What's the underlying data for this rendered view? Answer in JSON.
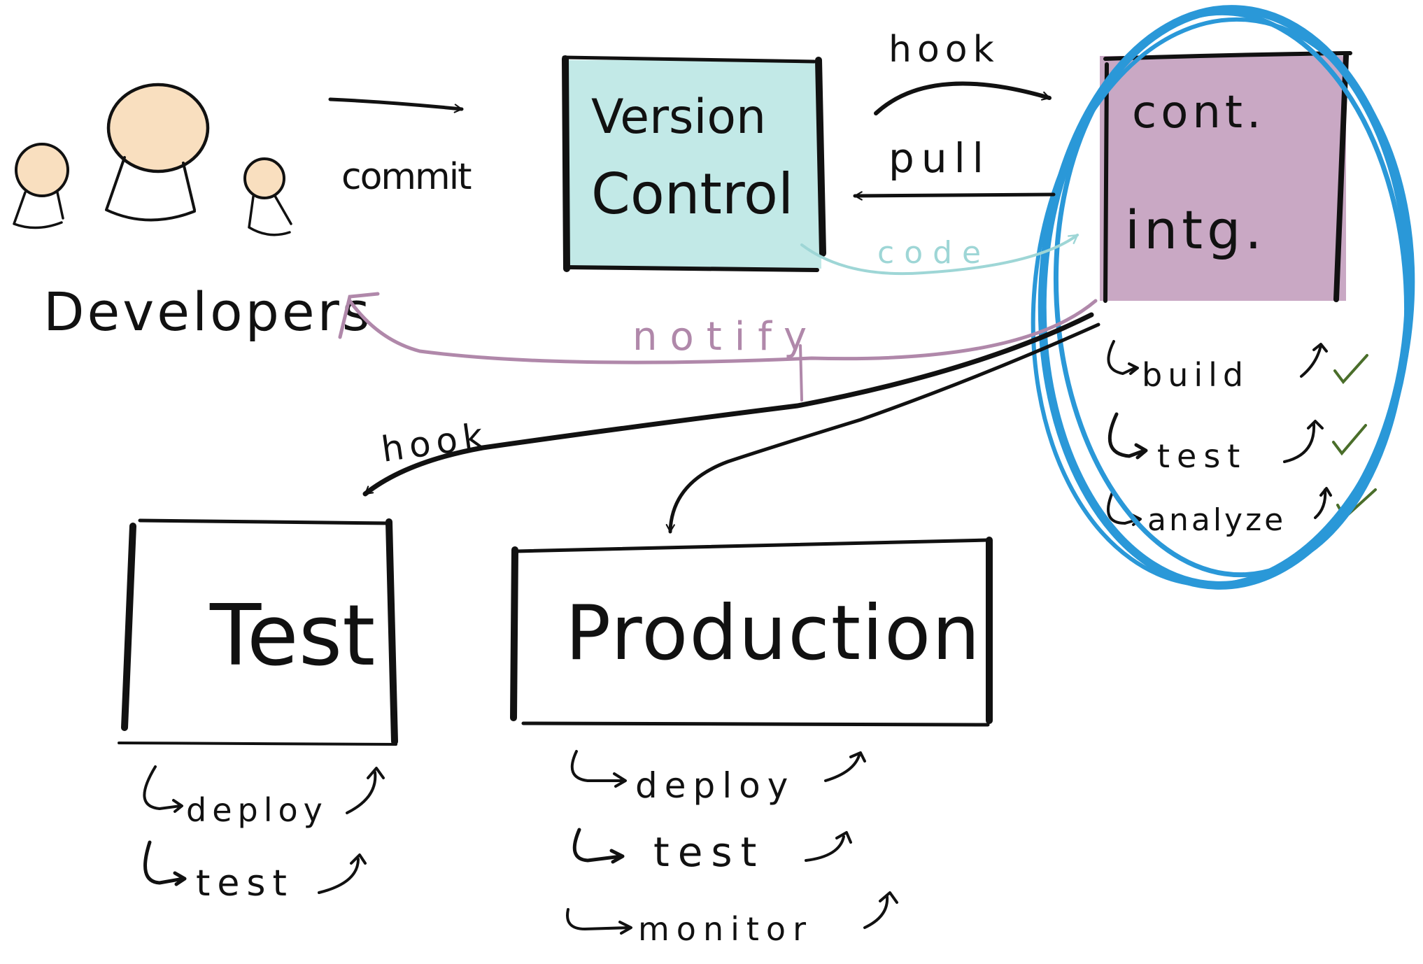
{
  "colors": {
    "ink": "#111111",
    "version_control_fill": "#c2e9e7",
    "ci_fill": "#c9a8c4",
    "head_fill": "#f9dfbf",
    "notify_stroke": "#b088aa",
    "code_stroke": "#9ed6d6",
    "highlight_circle": "#2a98d8",
    "check": "#4a6e2a"
  },
  "developers": {
    "label": "Developers"
  },
  "version_control": {
    "line1": "Version",
    "line2": "Control"
  },
  "ci": {
    "line1": "cont.",
    "line2": "intg.",
    "steps": [
      {
        "label": "build",
        "status_icon": "check-icon"
      },
      {
        "label": "test",
        "status_icon": "check-icon"
      },
      {
        "label": "analyze",
        "status_icon": "check-icon"
      }
    ]
  },
  "test_env": {
    "title": "Test",
    "steps": [
      "deploy",
      "test"
    ]
  },
  "production_env": {
    "title": "Production",
    "steps": [
      "deploy",
      "test",
      "monitor"
    ]
  },
  "arrows": {
    "commit": "commit",
    "hook_top": "hook",
    "pull": "pull",
    "code": "code",
    "notify": "notify",
    "hook_bottom": "hook"
  }
}
